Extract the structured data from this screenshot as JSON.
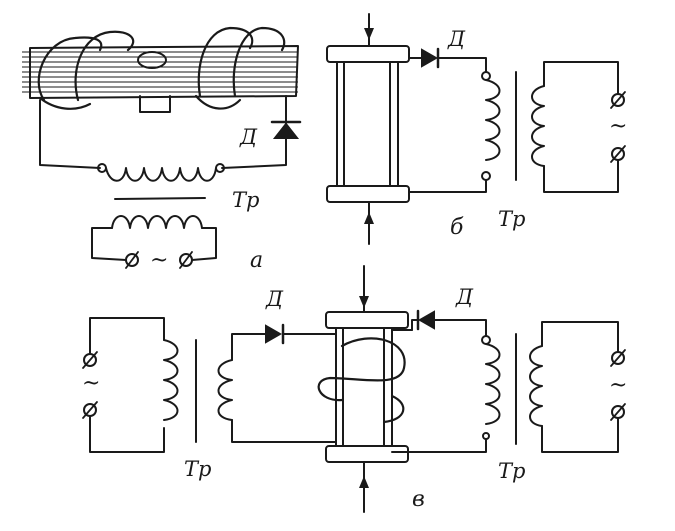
{
  "labels": {
    "diode": "Д",
    "transformer": "Тр",
    "ac_symbol": "~",
    "panel_a": "а",
    "panel_b": "б",
    "panel_c": "в"
  },
  "colors": {
    "ink": "#1a1a1a",
    "paper": "#ffffff"
  }
}
